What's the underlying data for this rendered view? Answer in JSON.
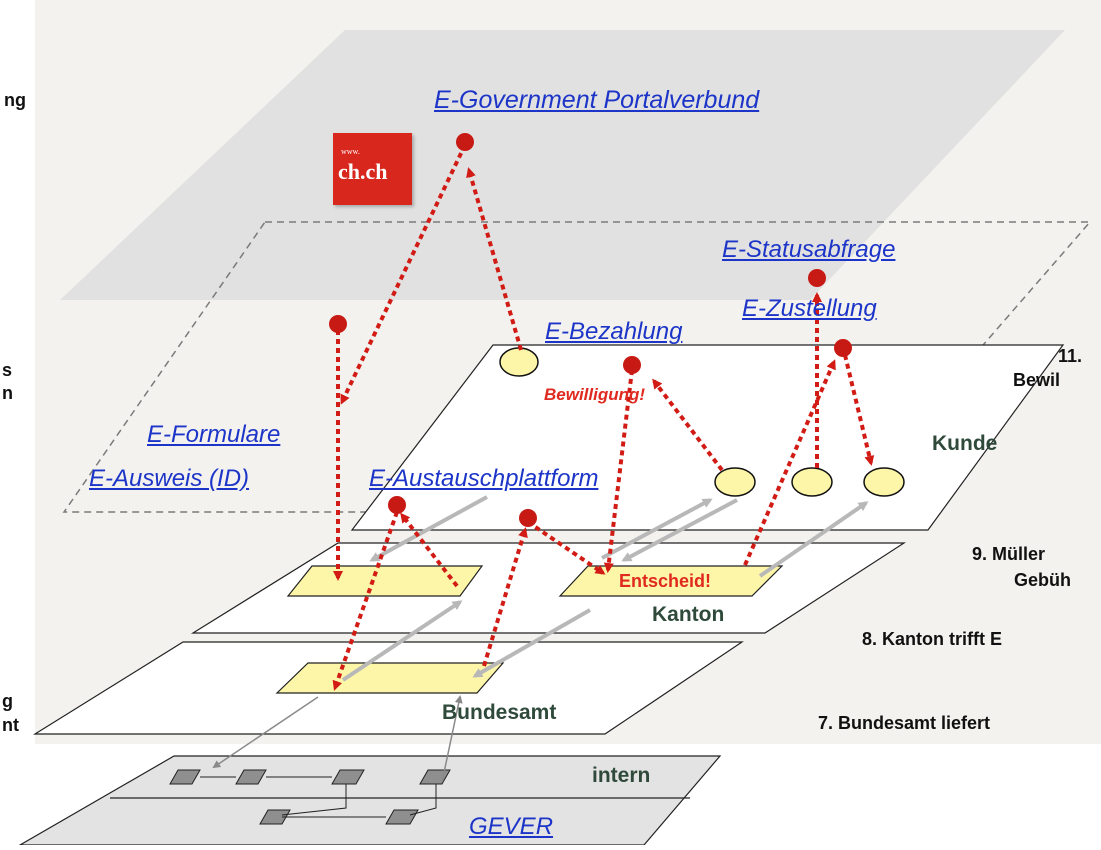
{
  "portal": {
    "title": "E-Government Portalverbund",
    "logo_text": "ch.ch",
    "logo_small": "www."
  },
  "services": {
    "statusabfrage": "E-Statusabfrage",
    "zustellung": "E-Zustellung",
    "bezahlung": "E-Bezahlung",
    "formulare": "E-Formulare",
    "ausweis": "E-Ausweis (ID)",
    "austauschplattform": "E-Austauschplattform",
    "gever": "GEVER"
  },
  "layers": {
    "kunde": "Kunde",
    "kanton": "Kanton",
    "bundesamt": "Bundesamt",
    "intern": "intern"
  },
  "annotations": {
    "bewilligung": "Bewilligung!",
    "entscheid": "Entscheid!"
  },
  "left_fragments": [
    "ng",
    "s",
    "n",
    "g",
    "nt"
  ],
  "right_steps": {
    "step11_line1": "11.",
    "step11_line2": "Bewil",
    "step9_line1": "9. Müller",
    "step9_line2": "Gebüh",
    "step8": "8. Kanton trifft E",
    "step7": "7. Bundesamt liefert"
  },
  "colors": {
    "background": "#f3f2ee",
    "link": "#1c35c8",
    "red_flow": "#d11b14",
    "yellow_box": "#fdf6a8",
    "gray_arrow": "#b8b8b8",
    "layer_label": "#2f4a3a"
  }
}
